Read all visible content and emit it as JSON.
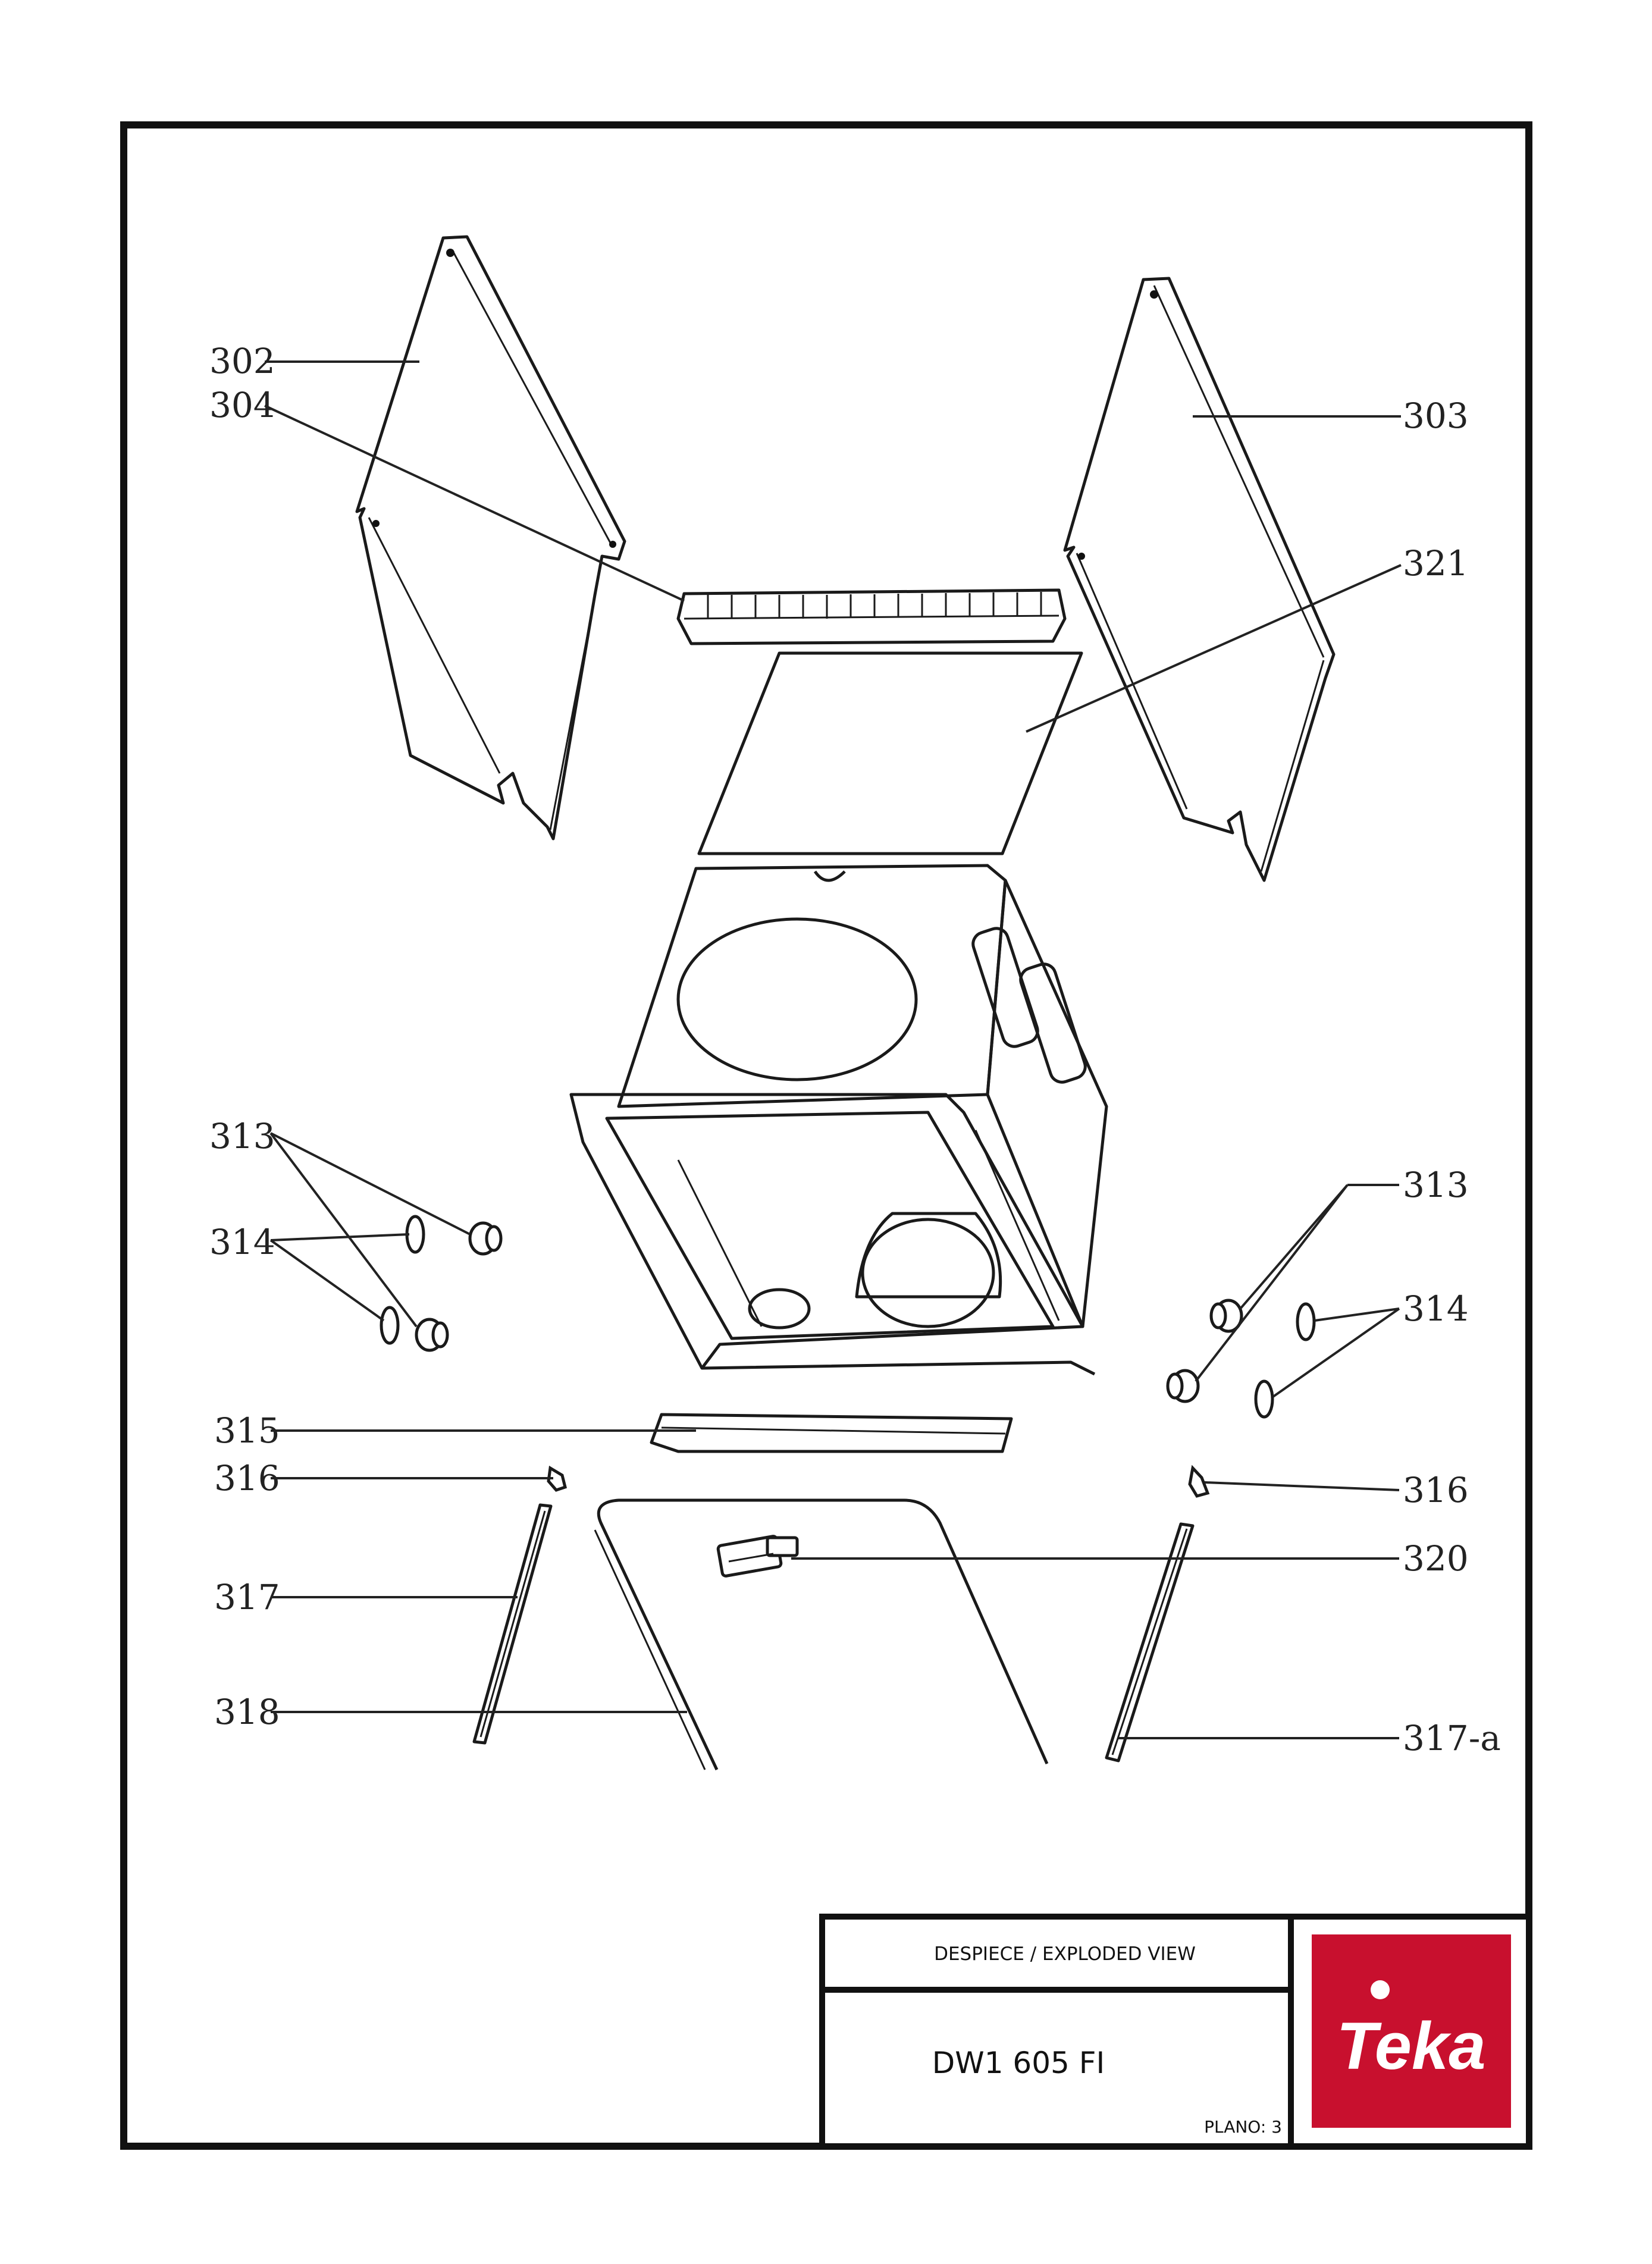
{
  "title_block": {
    "header": "DESPIECE / EXPLODED VIEW",
    "model": "DW1 605 FI",
    "plano": "PLANO: 3"
  },
  "brand": {
    "logo_text": "Teka",
    "logo_bg": "#c8102e",
    "logo_fg": "#ffffff"
  },
  "callouts": {
    "c302": "302",
    "c304": "304",
    "c303": "303",
    "c321": "321",
    "c313_left": "313",
    "c314_left": "314",
    "c313_right": "313",
    "c314_right": "314",
    "c315": "315",
    "c316_left": "316",
    "c316_right": "316",
    "c317": "317",
    "c318": "318",
    "c320": "320",
    "c317a": "317-a"
  }
}
